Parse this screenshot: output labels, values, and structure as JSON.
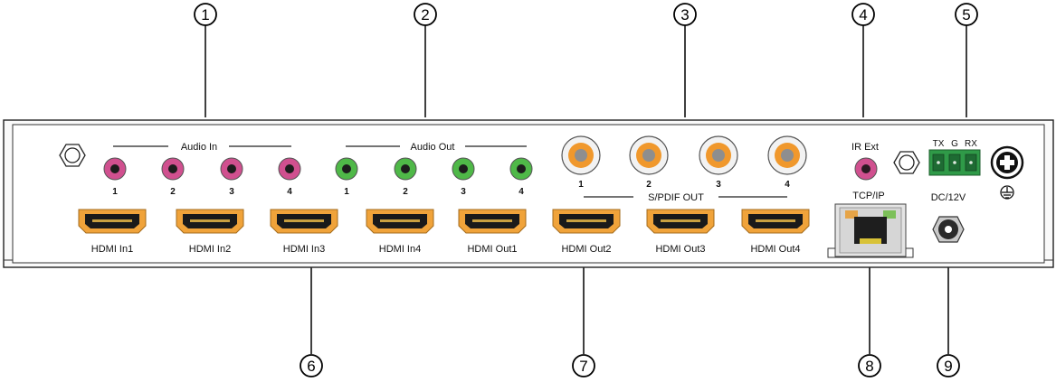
{
  "callouts": [
    "1",
    "2",
    "3",
    "4",
    "5",
    "6",
    "7",
    "8",
    "9"
  ],
  "audio_in": {
    "title": "Audio In",
    "ports": [
      "1",
      "2",
      "3",
      "4"
    ],
    "color": "#d0508f"
  },
  "audio_out": {
    "title": "Audio Out",
    "ports": [
      "1",
      "2",
      "3",
      "4"
    ],
    "color": "#4fb848"
  },
  "spdif": {
    "title": "S/PDIF OUT",
    "ports": [
      "1",
      "2",
      "3",
      "4"
    ],
    "color": "#f0982c"
  },
  "ir": {
    "label": "IR Ext"
  },
  "rs232": {
    "labels": [
      "TX",
      "G",
      "RX"
    ],
    "color": "#2f9a48"
  },
  "hdmi": [
    "HDMI In1",
    "HDMI In2",
    "HDMI In3",
    "HDMI In4",
    "HDMI Out1",
    "HDMI Out2",
    "HDMI Out3",
    "HDMI Out4"
  ],
  "network": {
    "label": "TCP/IP"
  },
  "power": {
    "label": "DC/12V"
  }
}
